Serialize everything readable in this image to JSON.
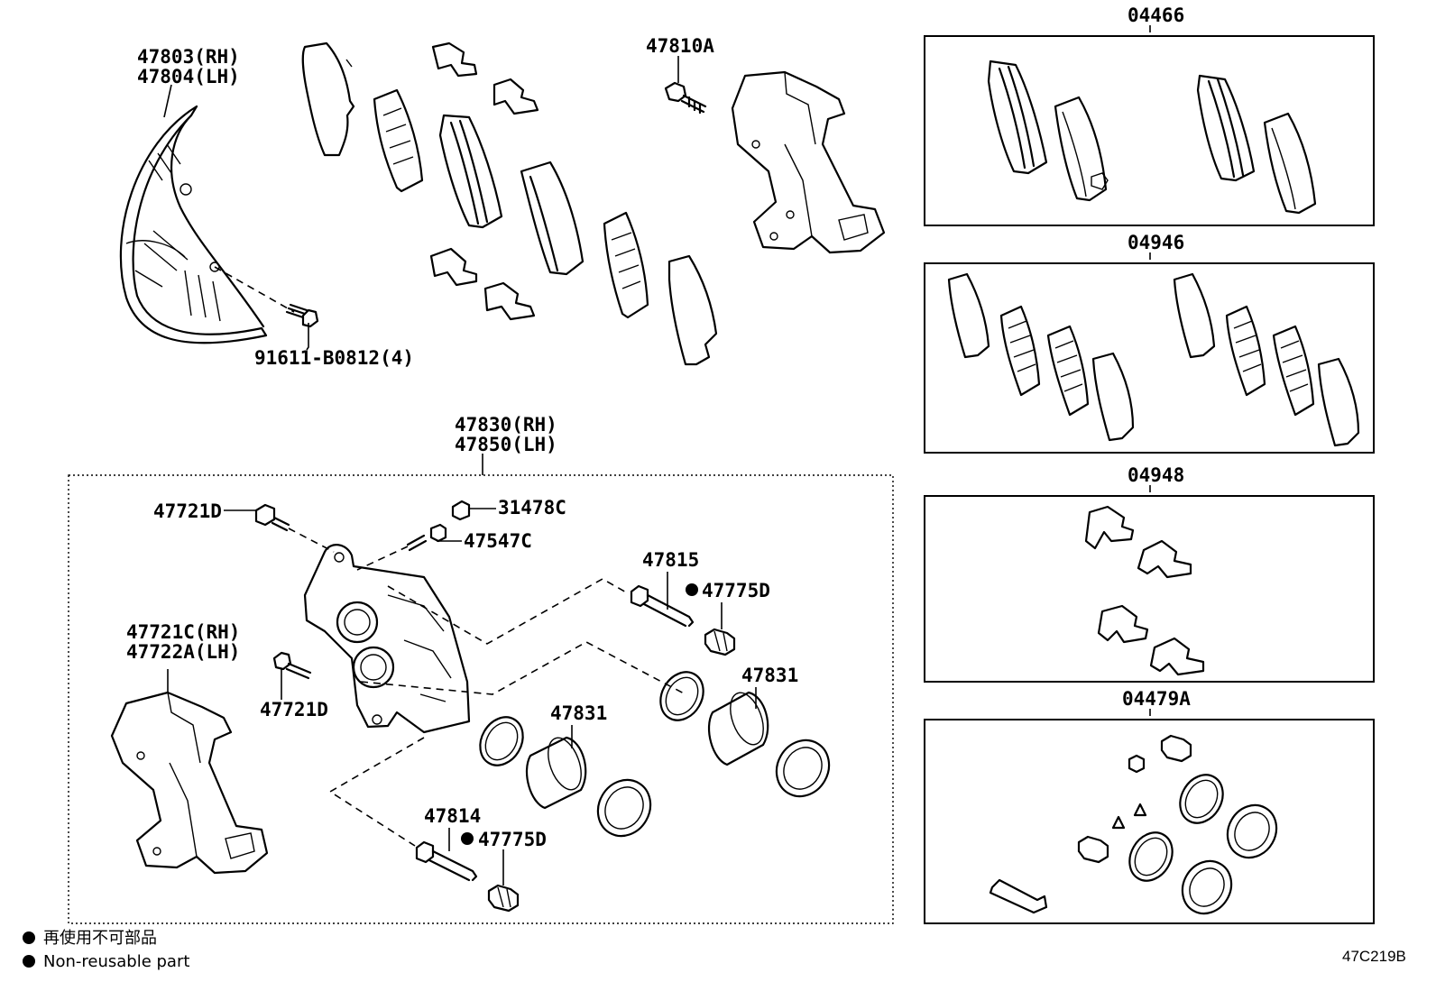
{
  "parts": {
    "shield_rh": "47803(RH)",
    "shield_lh": "47804(LH)",
    "shield_bolt": "91611-B0812(4)",
    "mount_bolt": "47810A",
    "caliper_rh": "47830(RH)",
    "caliper_lh": "47850(LH)",
    "bleeder_cap": "31478C",
    "bleeder_plug": "47547C",
    "cyl_bolt_top": "47721D",
    "cyl_bolt_bottom": "47721D",
    "mounting_rh": "47721C(RH)",
    "mounting_lh": "47722A(LH)",
    "slide_pin_upper": "47815",
    "boot_upper": "47775D",
    "piston_right": "47831",
    "piston_left": "47831",
    "slide_pin_lower": "47814",
    "boot_lower": "47775D"
  },
  "kits": {
    "pad_kit": "04466",
    "shim_kit": "04946",
    "spring_kit": "04948",
    "seal_kit": "04479A"
  },
  "legend": {
    "jp": "再使用不可部品",
    "en": "Non-reusable part"
  },
  "diagram_code": "47C219B"
}
